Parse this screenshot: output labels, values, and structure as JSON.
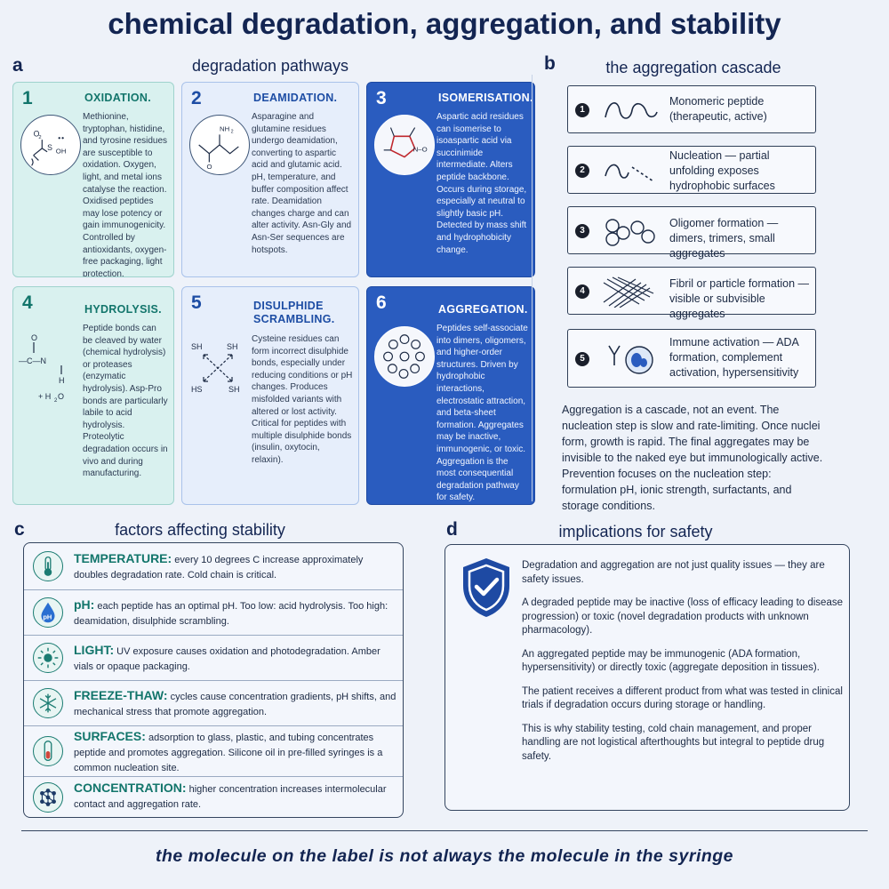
{
  "title": "chemical degradation, aggregation, and stability",
  "section_a": {
    "letter": "a",
    "title": "degradation pathways",
    "cards": [
      {
        "num": "1",
        "title": "OXIDATION.",
        "icon": "oxidation-structure-icon",
        "body": "Methionine, tryptophan, histidine, and tyrosine residues are susceptible to oxidation. Oxygen, light, and metal ions catalyse the reaction. Oxidised peptides may lose potency or gain immunogenicity. Controlled by antioxidants, oxygen-free packaging, light protection."
      },
      {
        "num": "2",
        "title": "DEAMIDATION.",
        "icon": "amide-structure-icon",
        "body": "Asparagine and glutamine residues undergo deamidation, converting to aspartic acid and glutamic acid. pH, temperature, and buffer composition affect rate. Deamidation changes charge and can alter activity. Asn-Gly and Asn-Ser sequences are hotspots."
      },
      {
        "num": "3",
        "title": "ISOMERISATION.",
        "icon": "succinimide-ring-icon",
        "body": "Aspartic acid residues can isomerise to isoaspartic acid via succinimide intermediate. Alters peptide backbone. Occurs during storage, especially at neutral to slightly basic pH. Detected by mass shift and hydrophobicity change."
      },
      {
        "num": "4",
        "title": "HYDROLYSIS.",
        "icon": "hydrolysis-structure-icon",
        "body": "Peptide bonds can be cleaved by water (chemical hydrolysis) or proteases (enzymatic hydrolysis). Asp-Pro bonds are particularly labile to acid hydrolysis. Proteolytic degradation occurs in vivo and during manufacturing."
      },
      {
        "num": "5",
        "title": "DISULPHIDE SCRAMBLING.",
        "icon": "disulphide-exchange-icon",
        "body": "Cysteine residues can form incorrect disulphide bonds, especially under reducing conditions or pH changes. Produces misfolded variants with altered or lost activity. Critical for peptides with multiple disulphide bonds (insulin, oxytocin, relaxin)."
      },
      {
        "num": "6",
        "title": "AGGREGATION.",
        "icon": "aggregate-beads-icon",
        "body": "Peptides self-associate into dimers, oligomers, and higher-order structures. Driven by hydrophobic interactions, electrostatic attraction, and beta-sheet formation. Aggregates may be inactive, immunogenic, or toxic. Aggregation is the most consequential degradation pathway for safety."
      }
    ],
    "struct_labels": {
      "o2": "O",
      "o2_sub": "2",
      "s": "S",
      "oh": "OH",
      "nh2": "NH",
      "nh2_sub": "2",
      "o": "O",
      "n_o": "N–O",
      "c_n": "—C—N",
      "h": "H",
      "h2o": "+ H",
      "h2o_sub": "2",
      "h2o_o": "O",
      "sh": "SH",
      "hs": "HS"
    }
  },
  "section_b": {
    "letter": "b",
    "title": "the aggregation cascade",
    "steps": [
      {
        "num": "1",
        "text": "Monomeric peptide (therapeutic, active)",
        "icon": "monomer-squiggle-icon"
      },
      {
        "num": "2",
        "text": "Nucleation — partial unfolding exposes hydrophobic surfaces",
        "icon": "partial-unfold-icon"
      },
      {
        "num": "3",
        "text": "Oligomer formation — dimers, trimers, small aggregates",
        "icon": "oligomer-circles-icon"
      },
      {
        "num": "4",
        "text": "Fibril or particle formation — visible or subvisible aggregates",
        "icon": "fibril-mesh-icon"
      },
      {
        "num": "5",
        "text": "Immune activation — ADA formation, complement activation, hypersensitivity",
        "icon": "antibody-cell-icon"
      }
    ],
    "note": "Aggregation is a cascade, not an event. The nucleation step is slow and rate-limiting. Once nuclei form, growth is rapid. The final aggregates may be invisible to the naked eye but immunologically active. Prevention focuses on the nucleation step: formulation pH, ionic strength, surfactants, and storage conditions."
  },
  "section_c": {
    "letter": "c",
    "title": "factors affecting stability",
    "factors": [
      {
        "tag": "TEMPERATURE:",
        "icon": "thermometer-icon",
        "text": "every 10 degrees C increase approximately doubles degradation rate. Cold chain is critical."
      },
      {
        "tag": "pH:",
        "icon": "ph-drop-icon",
        "icon_label": "pH",
        "text": "each peptide has an optimal pH. Too low: acid hydrolysis. Too high: deamidation, disulphide scrambling."
      },
      {
        "tag": "LIGHT:",
        "icon": "sun-icon",
        "text": "UV exposure causes oxidation and photodegradation. Amber vials or opaque packaging."
      },
      {
        "tag": "FREEZE-THAW:",
        "icon": "snowflake-icon",
        "text": "cycles cause concentration gradients, pH shifts, and mechanical stress that promote aggregation."
      },
      {
        "tag": "SURFACES:",
        "icon": "test-tube-icon",
        "text": "adsorption to glass, plastic, and tubing concentrates peptide and promotes aggregation. Silicone oil in pre-filled syringes is a common nucleation site."
      },
      {
        "tag": "CONCENTRATION:",
        "icon": "molecule-network-icon",
        "text": "higher concentration increases intermolecular contact and aggregation rate."
      }
    ]
  },
  "section_d": {
    "letter": "d",
    "title": "implications for safety",
    "paragraphs": [
      "Degradation and aggregation are not just quality issues — they are safety issues.",
      "A degraded peptide may be inactive (loss of efficacy leading to disease progression) or toxic (novel degradation products with unknown pharmacology).",
      "An aggregated peptide may be immunogenic (ADA formation, hypersensitivity) or directly toxic (aggregate deposition in tissues).",
      "The patient receives a different product from what was tested in clinical trials if degradation occurs during storage or handling.",
      "This is why stability testing, cold chain management, and proper handling are not logistical afterthoughts but integral to peptide drug safety."
    ]
  },
  "tagline": "the molecule on the label is not always the molecule in the syringe",
  "colors": {
    "navy": "#132552",
    "teal": "#12756b",
    "blue": "#1d4da4",
    "dark_blue_card": "#2a5cbf"
  }
}
